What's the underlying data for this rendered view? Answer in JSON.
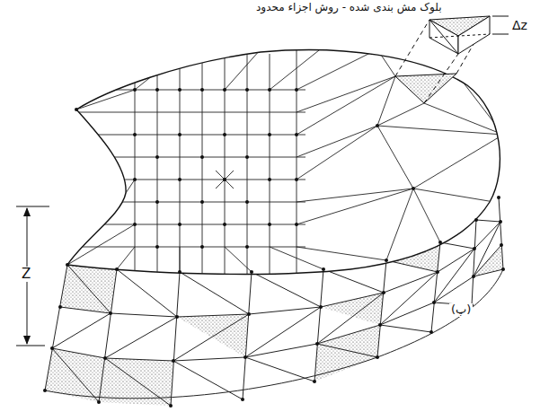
{
  "diagram": {
    "title": "بلوک مش بندی شده - روش اجزاء محدود",
    "labels": [
      "Δz",
      "Z",
      "(پ)"
    ]
  }
}
